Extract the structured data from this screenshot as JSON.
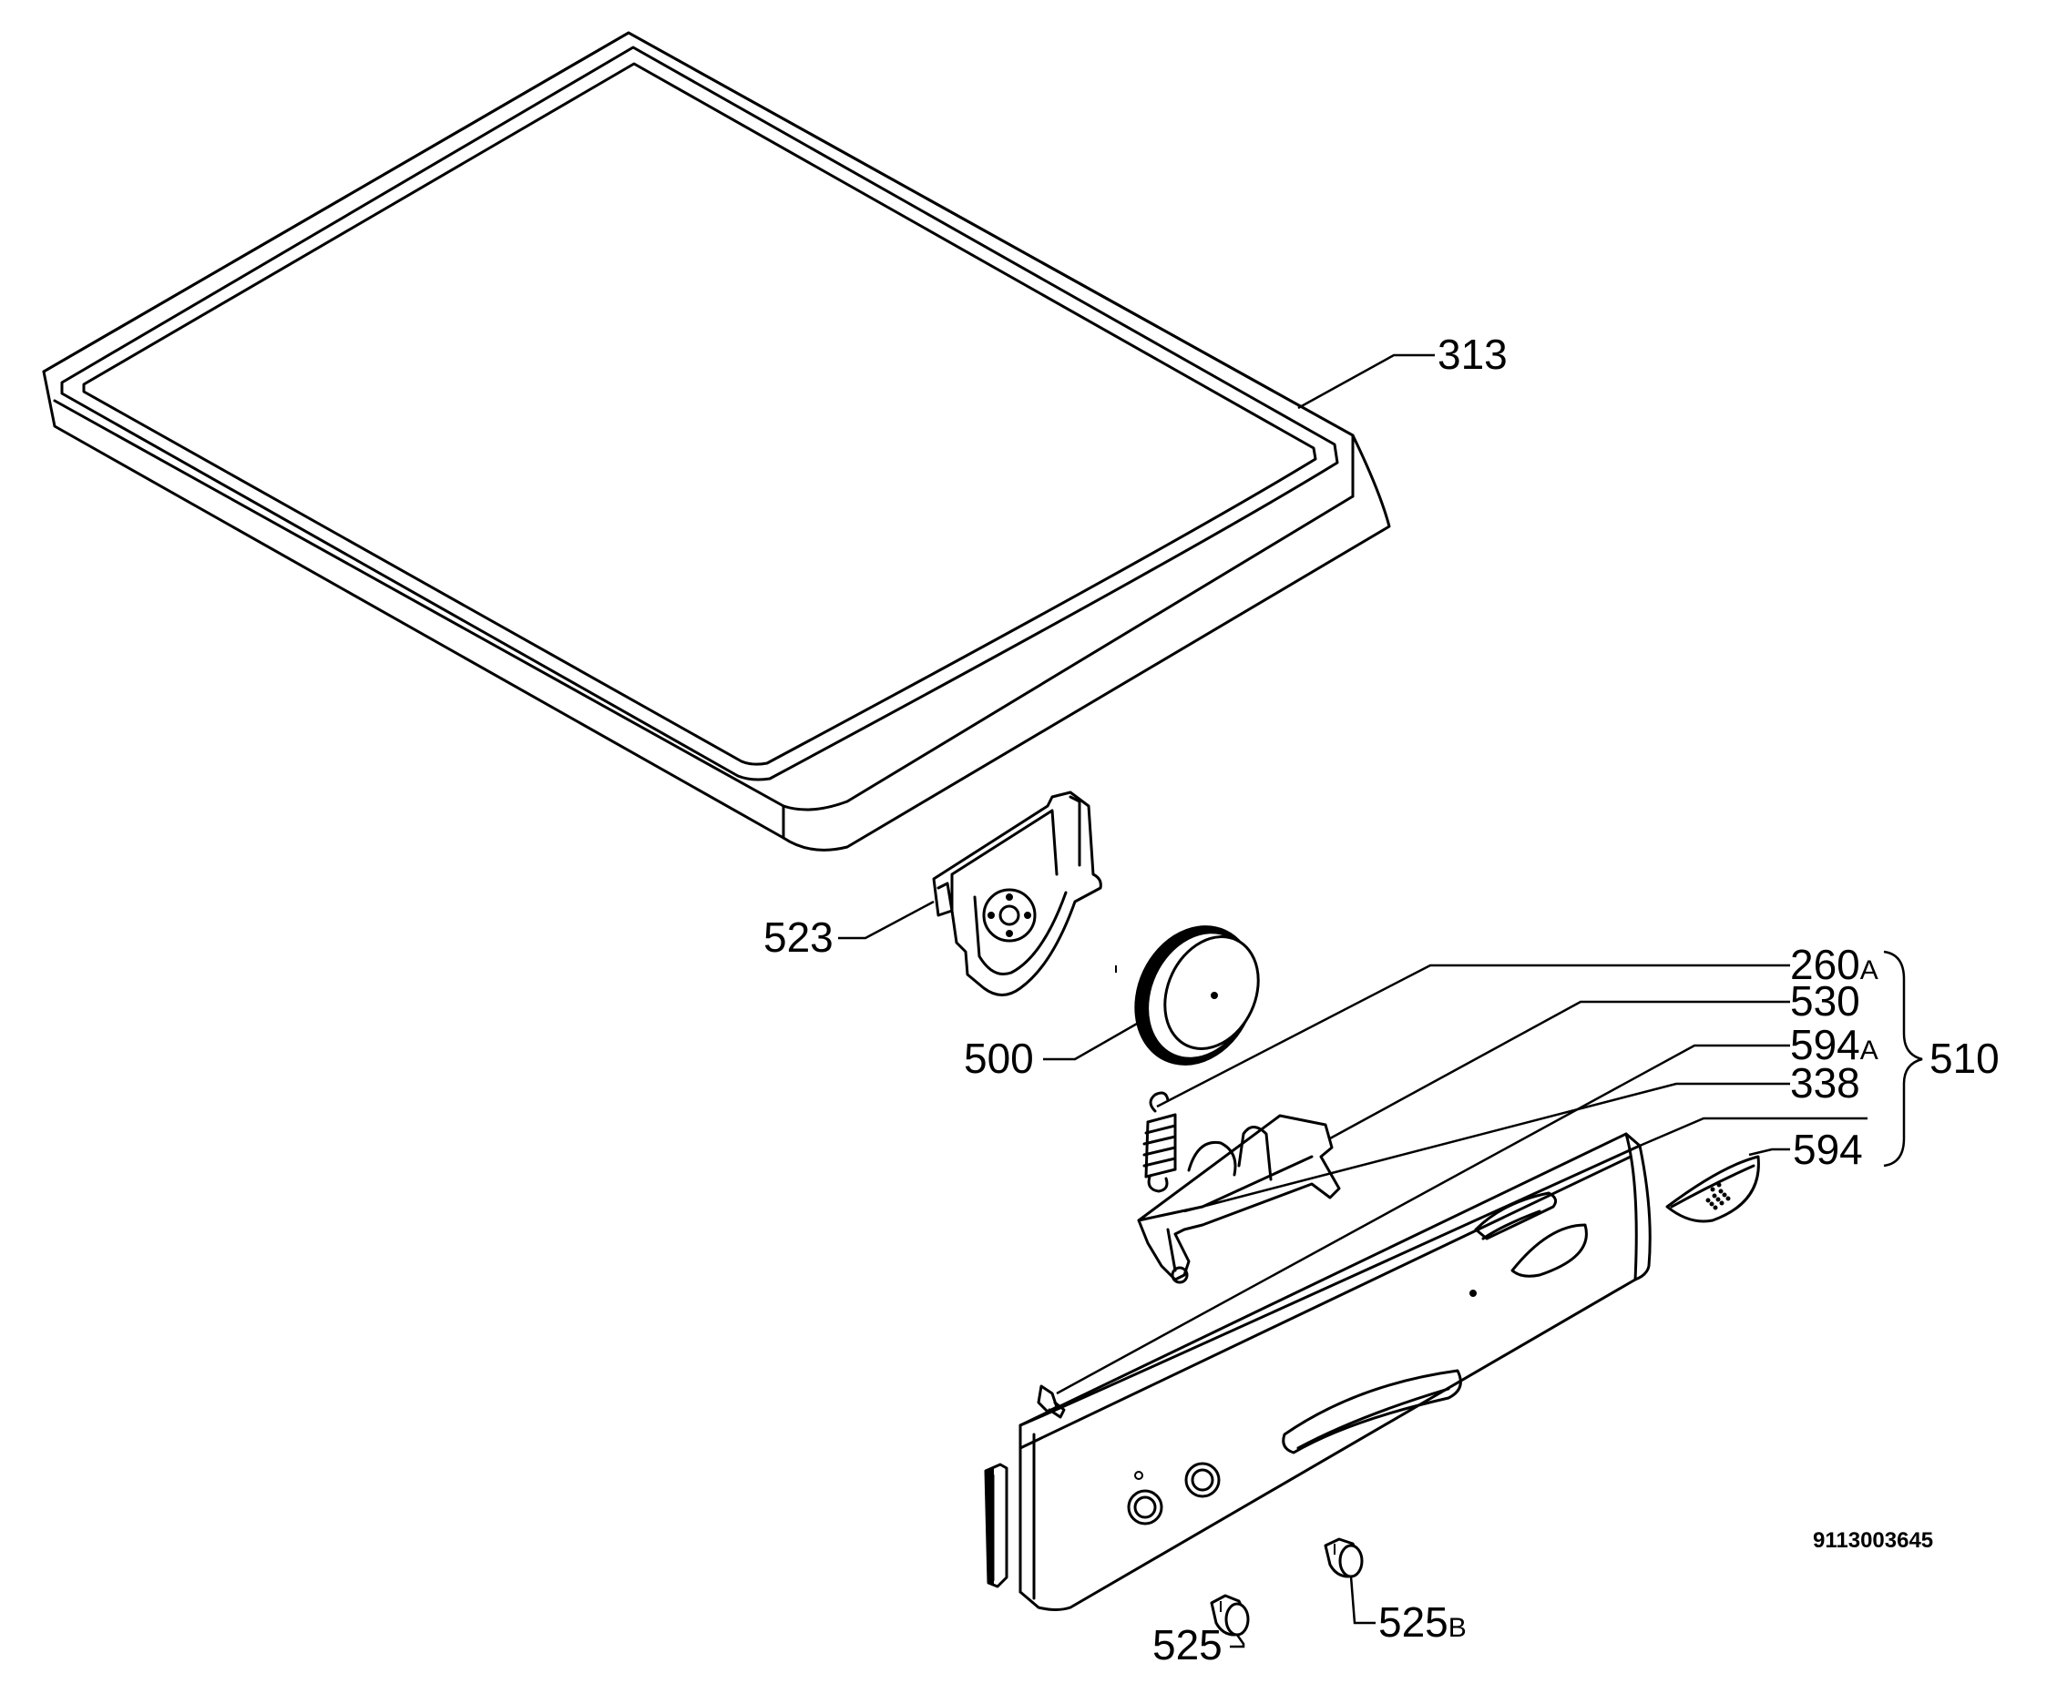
{
  "labels": {
    "p313": "313",
    "p523": "523",
    "p500": "500",
    "p260": "260",
    "p260_suffix": "A",
    "p530": "530",
    "p594a": "594",
    "p594a_suffix": "A",
    "p338": "338",
    "p594": "594",
    "p510": "510",
    "p525": "525",
    "p525b": "525",
    "p525b_suffix": "B"
  },
  "document_number": "9113003645"
}
